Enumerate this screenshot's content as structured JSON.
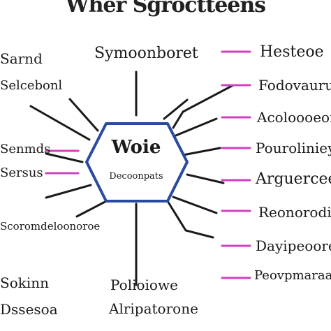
{
  "title": "Wher Sgroctteens",
  "hub": {
    "title": "Woie",
    "subtitle": "Decoonpats",
    "border_color": "#2a4aa0"
  },
  "colors": {
    "ink": "#1a1a1a",
    "accent_line": "#d43fc2"
  },
  "labels": {
    "top_center": "Symoonboret",
    "left_1": "Sarnd",
    "left_2": "Selcebonl",
    "left_3": "Senmds",
    "left_4": "Sersus",
    "left_5": "Scoromdeloonoroe",
    "left_6": "Sokinn",
    "left_7": "Dssesoa",
    "bottom_center_1": "Polioiowe",
    "bottom_center_2": "Alripatorone",
    "right_1": "Hesteoe",
    "right_2": "Fodovaurun",
    "right_3": "Acoloooeonn",
    "right_4": "Pouroliniey",
    "right_5": "Arguercee",
    "right_6": "Reonorodiom",
    "right_7": "Dayipeoore",
    "right_8": "Peovpmaraane"
  }
}
